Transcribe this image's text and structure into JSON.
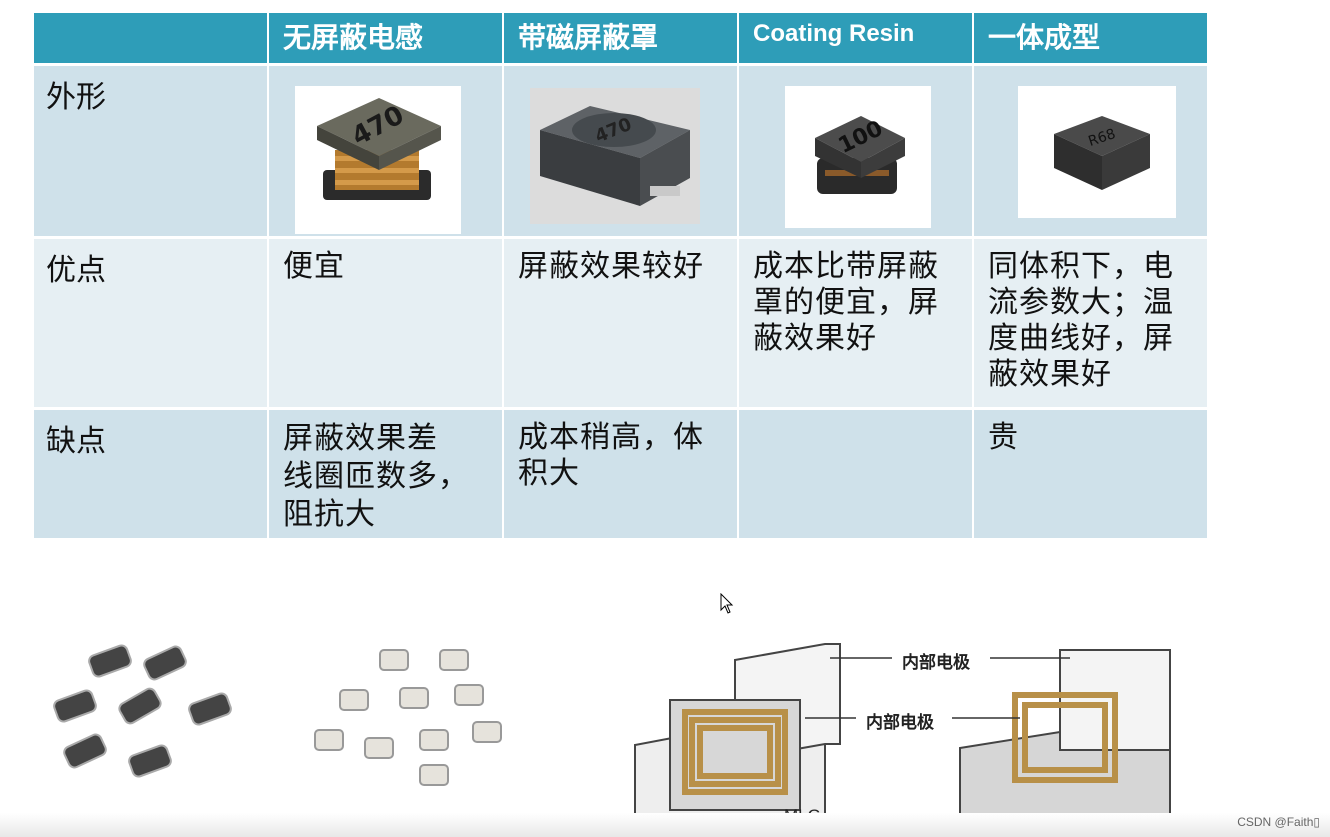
{
  "table": {
    "headers": [
      "",
      "无屏蔽电感",
      "带磁屏蔽罩",
      "Coating Resin",
      "一体成型"
    ],
    "rows": [
      {
        "label": "外形",
        "cells": [
          "",
          "",
          "",
          ""
        ]
      },
      {
        "label": "优点",
        "cells": [
          "便宜",
          "屏蔽效果较好",
          "成本比带屏蔽罩的便宜，屏蔽效果好",
          "同体积下，电流参数大；温度曲线好，屏蔽效果好"
        ]
      },
      {
        "label": "缺点",
        "cells": [
          "屏蔽效果差\n线圈匝数多，阻抗大",
          "成本稍高，体积大",
          "",
          "贵"
        ]
      }
    ],
    "photo_marks": [
      "470",
      "470",
      "100",
      "R68"
    ]
  },
  "diagram": {
    "callout_1": "内部电极",
    "callout_2": "内部电极",
    "type_label": "MLG"
  },
  "watermark": "CSDN @Faith▯",
  "colors": {
    "header": "#2e9db8",
    "row_odd": "#cfe1ea",
    "row_even": "#e6eff3"
  }
}
